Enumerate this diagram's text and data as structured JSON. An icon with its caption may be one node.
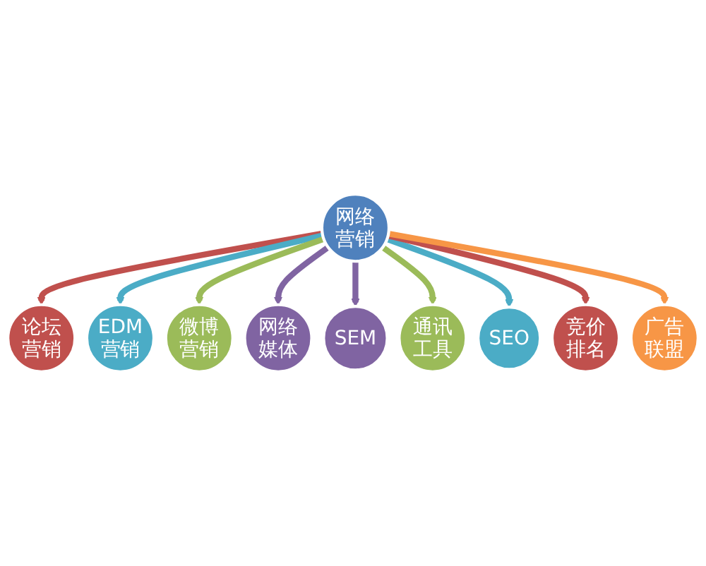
{
  "diagram": {
    "nodes": [
      {
        "text": [
          "论坛营销"
        ]
      },
      {
        "text": [
          "EDM营销"
        ]
      },
      {
        "text": [
          "微博营销"
        ]
      },
      {
        "text": [
          "网络媒体"
        ]
      },
      {
        "text": [
          "网络营销"
        ]
      },
      {
        "text": [
          "SEM"
        ]
      },
      {
        "text": [
          "通讯工具"
        ]
      },
      {
        "text": [
          "SEO"
        ]
      },
      {
        "text": [
          "竞价排名"
        ]
      },
      {
        "text": [
          "广告联盟"
        ]
      }
    ],
    "edges": [
      {
        "from": 4,
        "to": 0,
        "arrow": "to",
        "color": "#c0504d"
      },
      {
        "from": 4,
        "to": 1,
        "arrow": "to",
        "color": "#4bacc6"
      },
      {
        "from": 4,
        "to": 2,
        "arrow": "to",
        "color": "#9bbb59"
      },
      {
        "from": 4,
        "to": 3,
        "arrow": "to",
        "color": "#8064a2"
      },
      {
        "from": 4,
        "to": 5,
        "arrow": "to",
        "color": "#8064a2"
      },
      {
        "from": 4,
        "to": 6,
        "arrow": "to",
        "color": "#9bbb59"
      },
      {
        "from": 4,
        "to": 7,
        "arrow": "to",
        "color": "#4bacc6"
      },
      {
        "from": 4,
        "to": 8,
        "arrow": "to",
        "color": "#c0504d"
      },
      {
        "from": 4,
        "to": 9,
        "arrow": "to",
        "color": "#f79646"
      }
    ]
  }
}
